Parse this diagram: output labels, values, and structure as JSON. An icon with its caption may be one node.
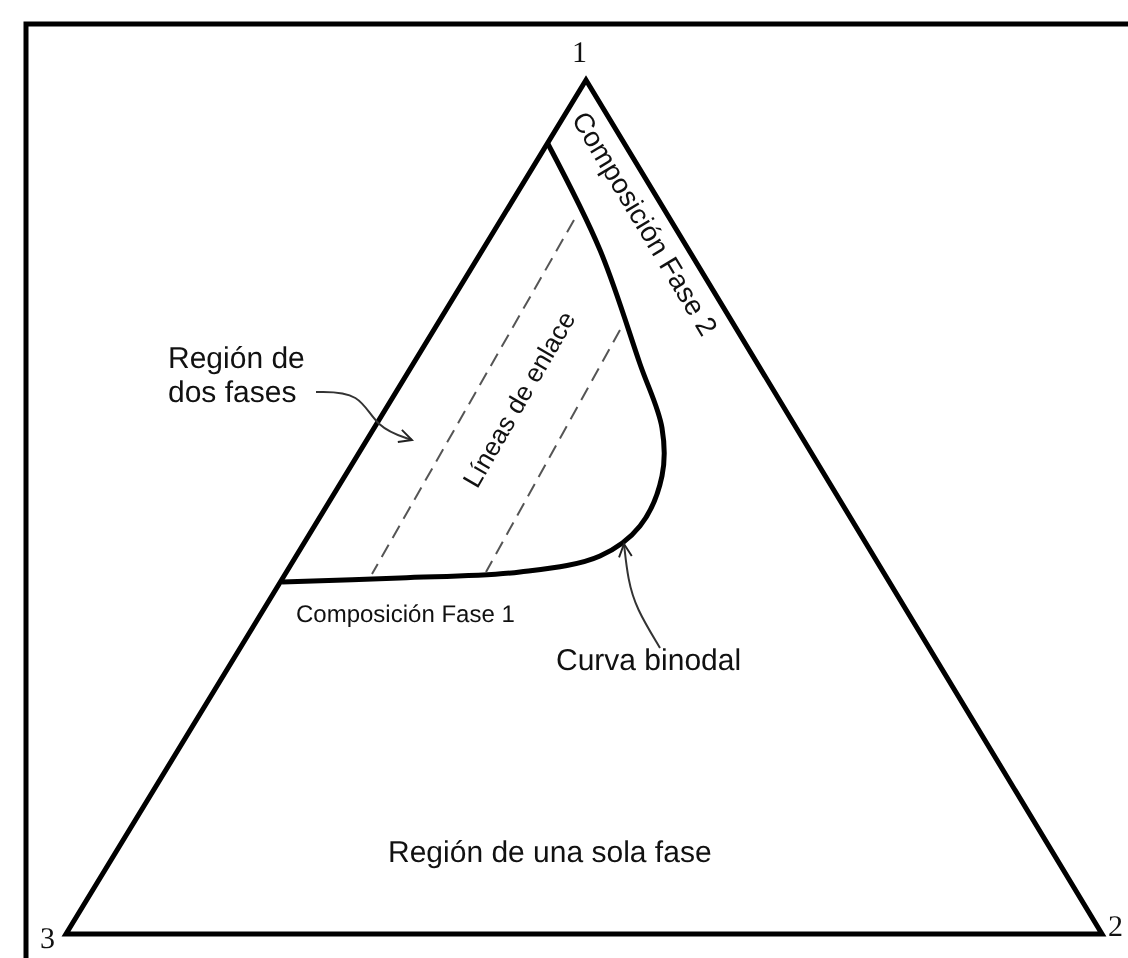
{
  "diagram": {
    "nodes": [
      {
        "text": [
          "Región de dos fases"
        ]
      },
      {
        "text": [
          "Curva binodal"
        ]
      }
    ],
    "edges": [
      {
        "from": 0,
        "to": null,
        "arrow": "to"
      },
      {
        "from": 1,
        "to": null,
        "arrow": "to"
      }
    ],
    "labels": [
      "1",
      "Composición Fase 2",
      "Líneas de enlace",
      "Composición Fase 1",
      "Región de una sola fase",
      "3",
      "2"
    ]
  }
}
